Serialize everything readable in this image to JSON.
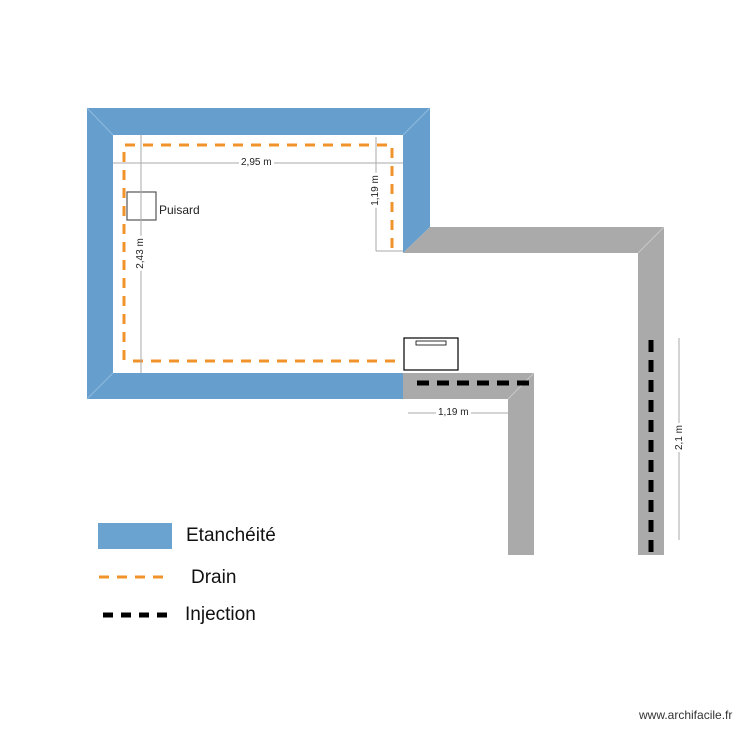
{
  "plan": {
    "rooms": [
      {
        "name": "main-room",
        "wall_type": "etancheite"
      }
    ],
    "dimensions": {
      "top_width": "2,95 m",
      "left_height": "2,43 m",
      "right_notch_height": "1,19 m",
      "bottom_corridor_width": "1,19 m",
      "right_wall_height": "2,1 m"
    },
    "labels": {
      "puisard": "Puisard"
    }
  },
  "legend": {
    "items": [
      {
        "label": "Etanchéité",
        "style": "blue-fill",
        "color": "#6aa3cf"
      },
      {
        "label": "Drain",
        "style": "orange-dashed",
        "color": "#f0932b"
      },
      {
        "label": "Injection",
        "style": "black-dashed",
        "color": "#000000"
      }
    ]
  },
  "colors": {
    "etancheite": "#669fcd",
    "wall_gray": "#aaaaaa",
    "drain": "#f0932b",
    "injection": "#000000",
    "dimension_line": "#aaaaaa"
  },
  "watermark": "www.archifacile.fr"
}
